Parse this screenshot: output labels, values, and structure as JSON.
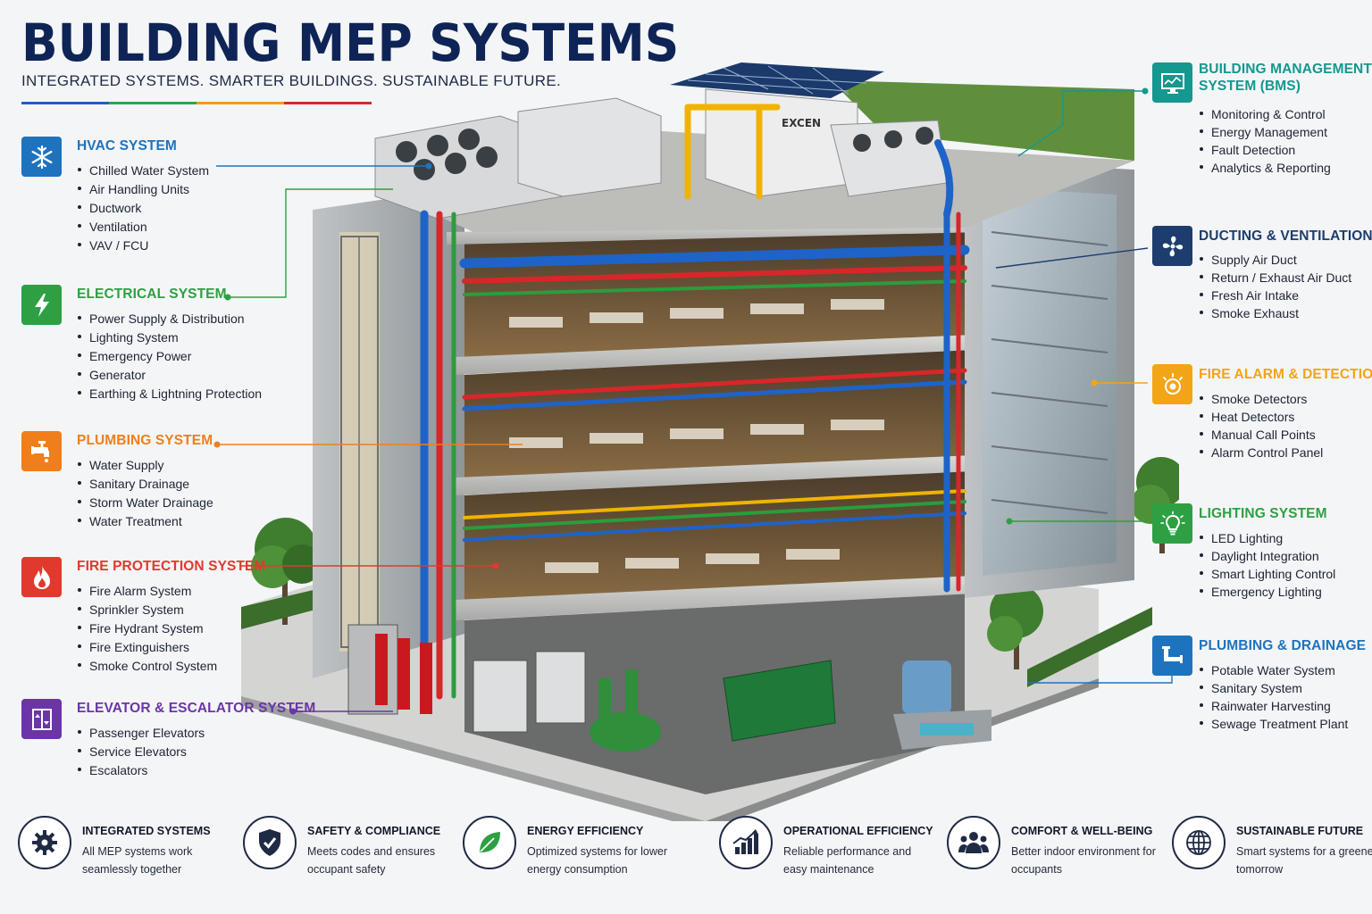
{
  "title": "BUILDING MEP SYSTEMS",
  "subtitle": "INTEGRATED SYSTEMS. SMARTER BUILDINGS. SUSTAINABLE FUTURE.",
  "left_systems": [
    {
      "name": "HVAC SYSTEM",
      "color": "#1e73be",
      "icon": "snowflake-icon",
      "items": [
        "Chilled Water System",
        "Air Handling Units",
        "Ductwork",
        "Ventilation",
        "VAV / FCU"
      ]
    },
    {
      "name": "ELECTRICAL SYSTEM",
      "color": "#2ea043",
      "icon": "lightning-icon",
      "items": [
        "Power Supply & Distribution",
        "Lighting System",
        "Emergency Power",
        "Generator",
        "Earthing & Lightning Protection"
      ]
    },
    {
      "name": "PLUMBING SYSTEM",
      "color": "#f07f1b",
      "icon": "faucet-icon",
      "items": [
        "Water Supply",
        "Sanitary Drainage",
        "Storm Water Drainage",
        "Water Treatment"
      ]
    },
    {
      "name": "FIRE PROTECTION SYSTEM",
      "color": "#e03a2f",
      "icon": "flame-icon",
      "items": [
        "Fire Alarm System",
        "Sprinkler System",
        "Fire Hydrant System",
        "Fire Extinguishers",
        "Smoke Control System"
      ]
    },
    {
      "name": "ELEVATOR & ESCALATOR SYSTEM",
      "color": "#6b35a8",
      "icon": "elevator-icon",
      "items": [
        "Passenger Elevators",
        "Service Elevators",
        "Escalators"
      ]
    }
  ],
  "right_systems": [
    {
      "name_line1": "BUILDING MANAGEMENT",
      "name_line2": "SYSTEM (BMS)",
      "color": "#14988f",
      "icon": "monitor-icon",
      "items": [
        "Monitoring & Control",
        "Energy Management",
        "Fault Detection",
        "Analytics & Reporting"
      ]
    },
    {
      "name_line1": "DUCTING & VENTILATION",
      "name_line2": "",
      "color": "#1d3d6e",
      "icon": "fan-icon",
      "items": [
        "Supply Air Duct",
        "Return / Exhaust Air Duct",
        "Fresh Air Intake",
        "Smoke Exhaust"
      ]
    },
    {
      "name_line1": "FIRE ALARM & DETECTION",
      "name_line2": "",
      "color": "#f2a516",
      "icon": "alarm-icon",
      "items": [
        "Smoke Detectors",
        "Heat Detectors",
        "Manual Call Points",
        "Alarm Control Panel"
      ]
    },
    {
      "name_line1": "LIGHTING SYSTEM",
      "name_line2": "",
      "color": "#2ea043",
      "icon": "bulb-icon",
      "items": [
        "LED Lighting",
        "Daylight Integration",
        "Smart Lighting Control",
        "Emergency Lighting"
      ]
    },
    {
      "name_line1": "PLUMBING & DRAINAGE",
      "name_line2": "",
      "color": "#1e73be",
      "icon": "pipe-icon",
      "items": [
        "Potable Water System",
        "Sanitary System",
        "Rainwater Harvesting",
        "Sewage Treatment Plant"
      ]
    }
  ],
  "rooftop_sign": "EXCEN",
  "features": [
    {
      "title": "INTEGRATED SYSTEMS",
      "desc": "All MEP systems work seamlessly together",
      "icon": "gear-icon"
    },
    {
      "title": "SAFETY & COMPLIANCE",
      "desc": "Meets codes and ensures occupant safety",
      "icon": "shield-check-icon"
    },
    {
      "title": "ENERGY EFFICIENCY",
      "desc": "Optimized systems for lower energy consumption",
      "icon": "leaf-icon"
    },
    {
      "title": "OPERATIONAL EFFICIENCY",
      "desc": "Reliable performance and easy maintenance",
      "icon": "growth-chart-icon"
    },
    {
      "title": "COMFORT & WELL-BEING",
      "desc": "Better indoor environment for occupants",
      "icon": "people-icon"
    },
    {
      "title": "SUSTAINABLE FUTURE",
      "desc": "Smart systems for a greener tomorrow",
      "icon": "globe-icon"
    }
  ]
}
